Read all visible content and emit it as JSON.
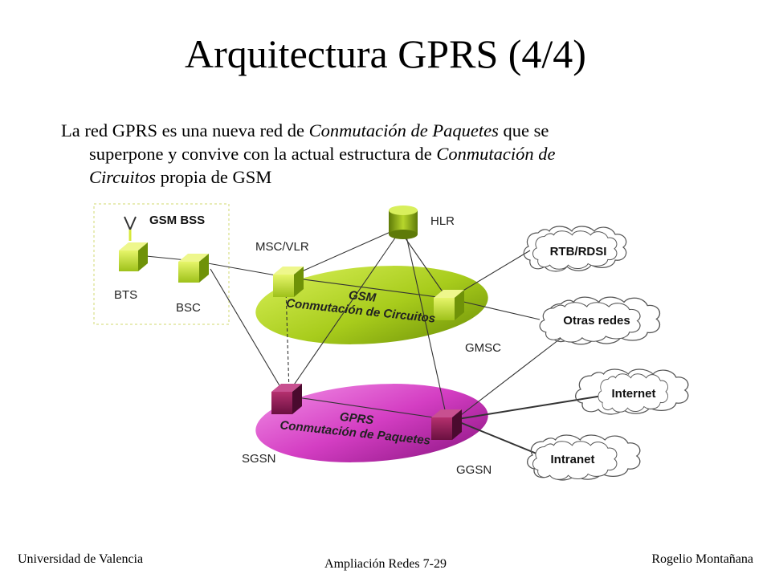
{
  "slide": {
    "title": "Arquitectura GPRS (4/4)",
    "paragraph": {
      "l1_a": "La red GPRS es una nueva red de ",
      "l1_b": "Conmutación de Paquetes",
      "l1_c": " que se",
      "l2_a": "superpone y convive con la actual estructura de ",
      "l2_b": "Conmutación de",
      "l3_a": "Circuitos",
      "l3_b": " propia de GSM"
    },
    "footer": {
      "left": "Universidad de Valencia",
      "center": "Ampliación Redes 7-29",
      "right": "Rogelio Montañana"
    }
  },
  "diagram": {
    "labels": {
      "gsm_bss": "GSM BSS",
      "bts": "BTS",
      "bsc": "BSC",
      "msc_vlr": "MSC/VLR",
      "hlr": "HLR",
      "gmsc": "GMSC",
      "sgsn": "SGSN",
      "ggsn": "GGSN"
    },
    "gsm_zone": {
      "line1": "GSM",
      "line2": "Conmutación de Circuitos"
    },
    "gprs_zone": {
      "line1": "GPRS",
      "line2": "Conmutación de Paquetes"
    },
    "clouds": {
      "rtb": "RTB/RDSI",
      "otras": "Otras redes",
      "internet": "Internet",
      "intranet": "Intranet"
    }
  },
  "colors": {
    "gsm_green": "#b4d42a",
    "gprs_magenta": "#d63fc4",
    "bss_border": "#d9e08a"
  }
}
